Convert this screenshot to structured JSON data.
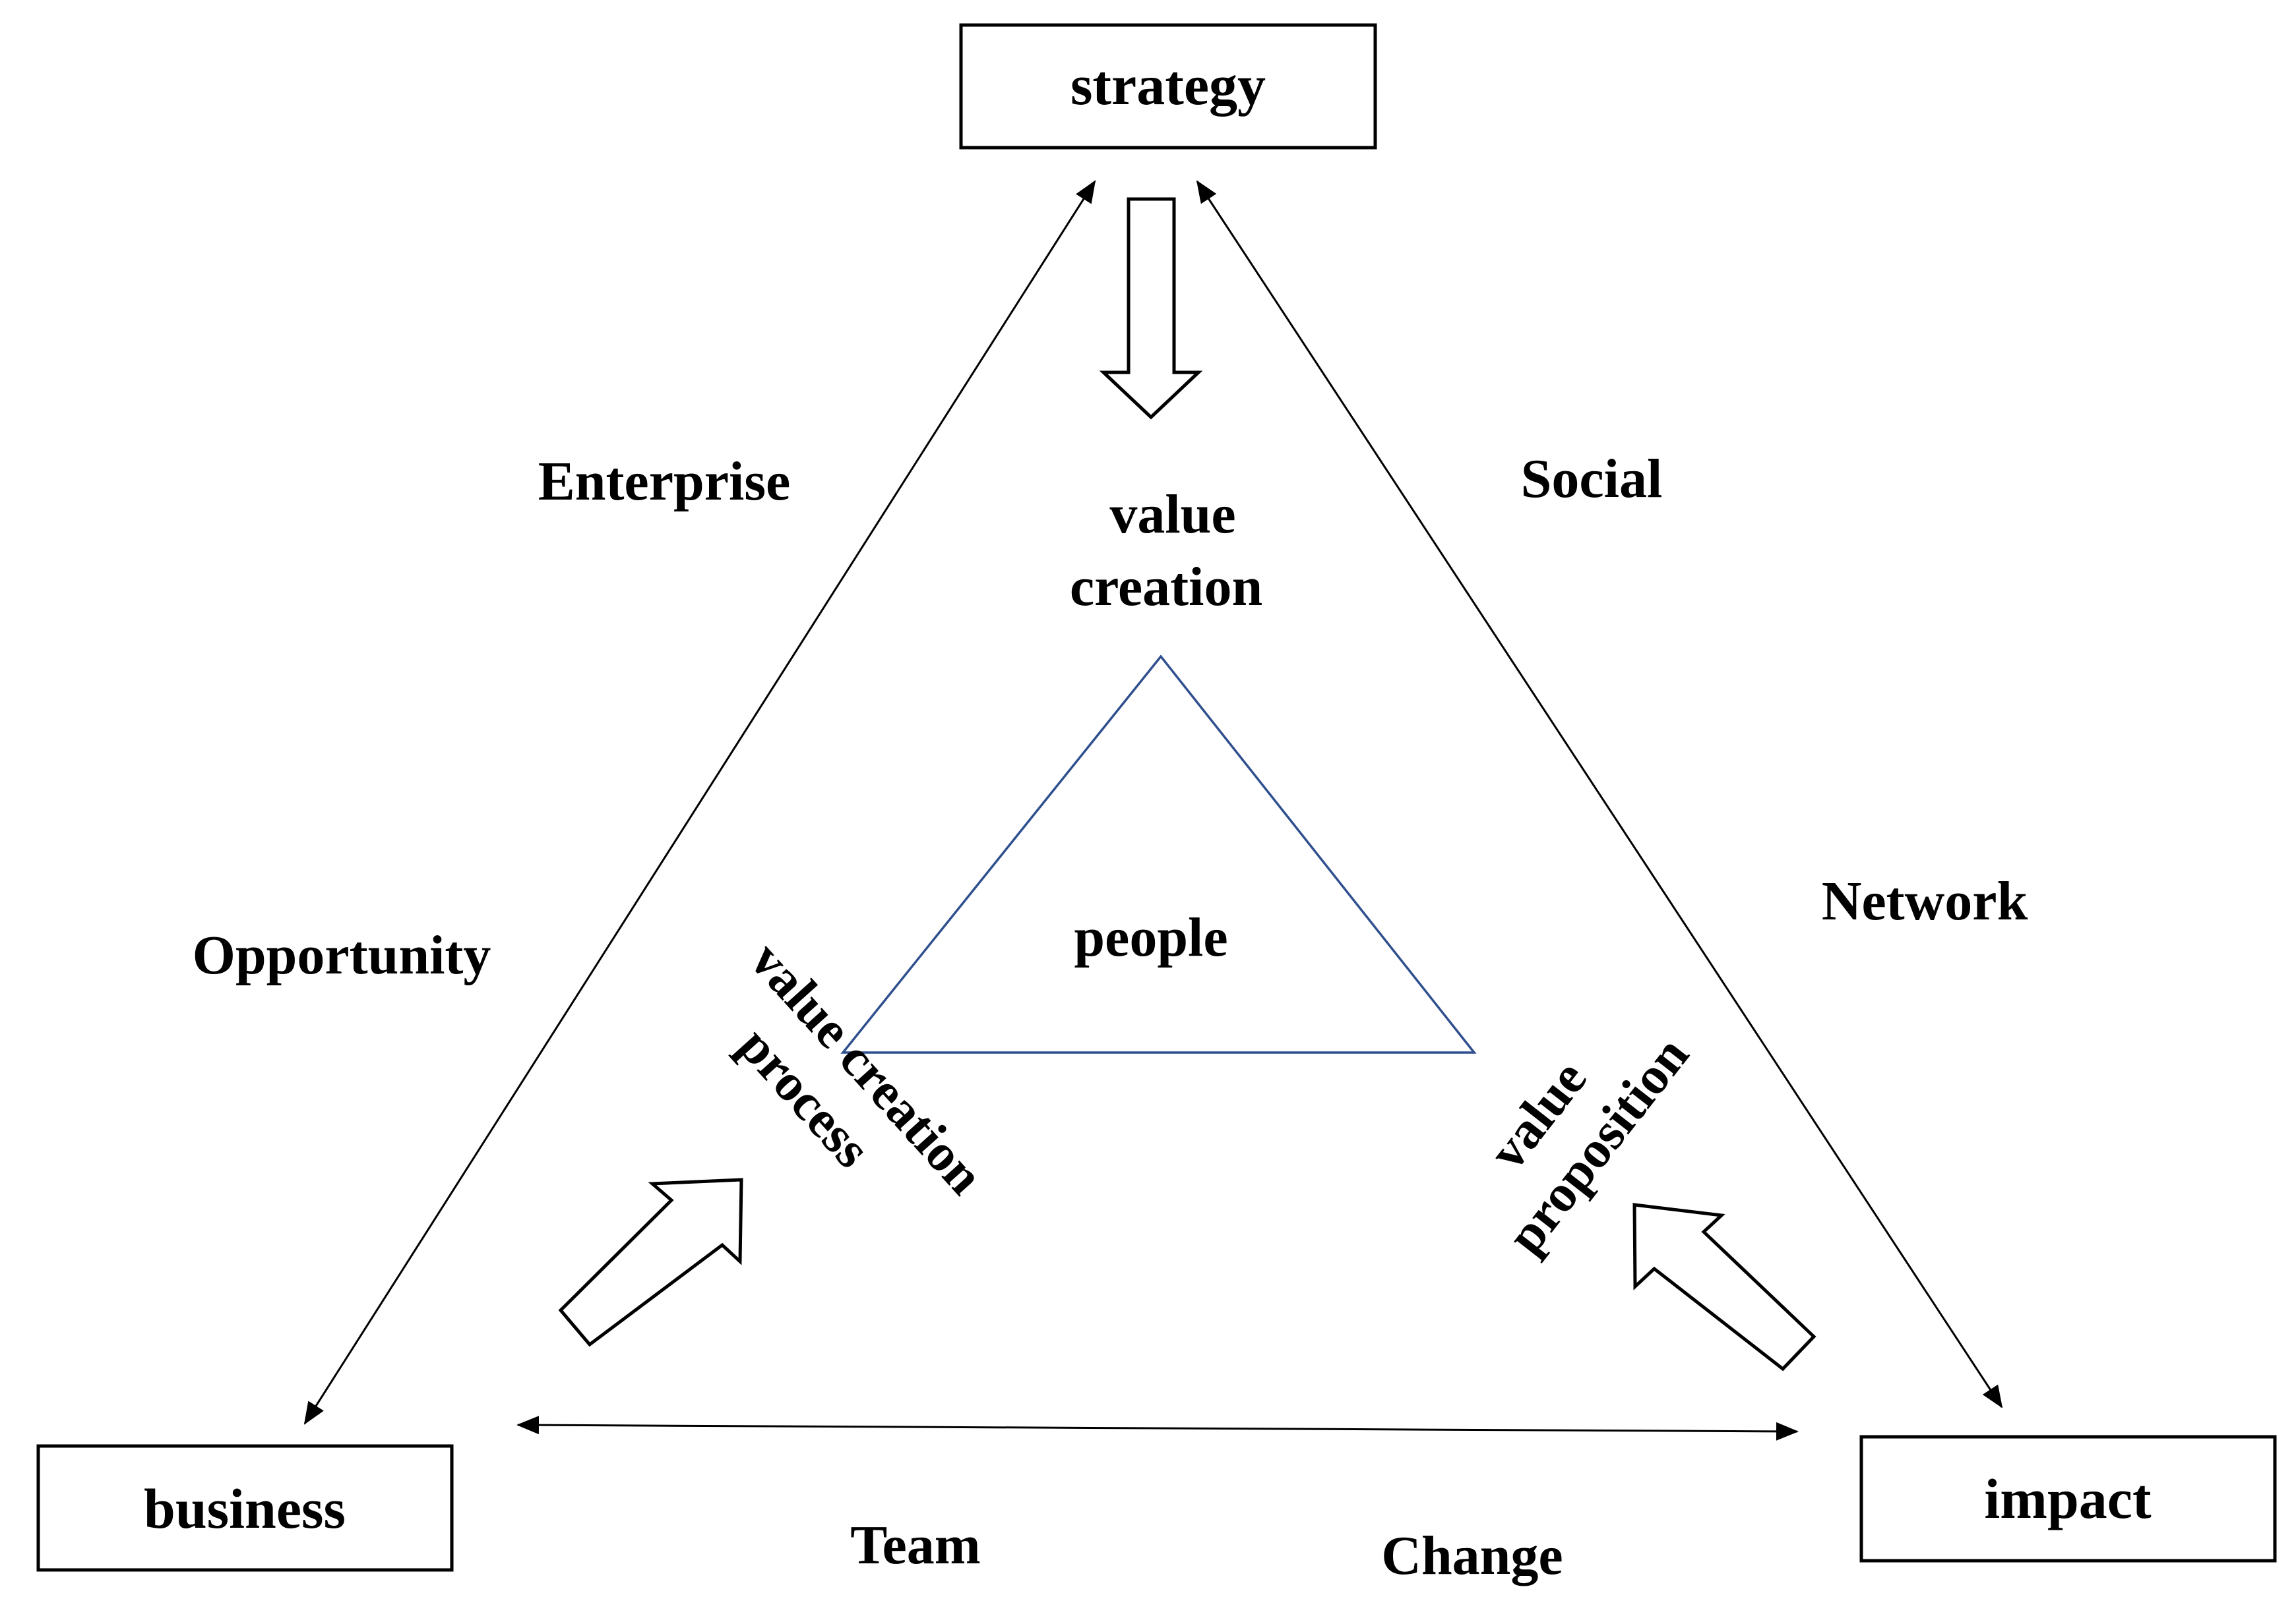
{
  "nodes": {
    "strategy": "strategy",
    "business": "business",
    "impact": "impact"
  },
  "edge_labels": {
    "enterprise": "Enterprise",
    "opportunity": "Opportunity",
    "social": "Social",
    "network": "Network",
    "team": "Team",
    "change": "Change"
  },
  "inner": {
    "value_creation_line1": "value",
    "value_creation_line2": "creation",
    "people": "people",
    "process_line1": "value creation",
    "process_line2": "process",
    "proposition_line1": "value",
    "proposition_line2": "proposition"
  },
  "colors": {
    "inner_triangle": "#2f4f8f"
  }
}
